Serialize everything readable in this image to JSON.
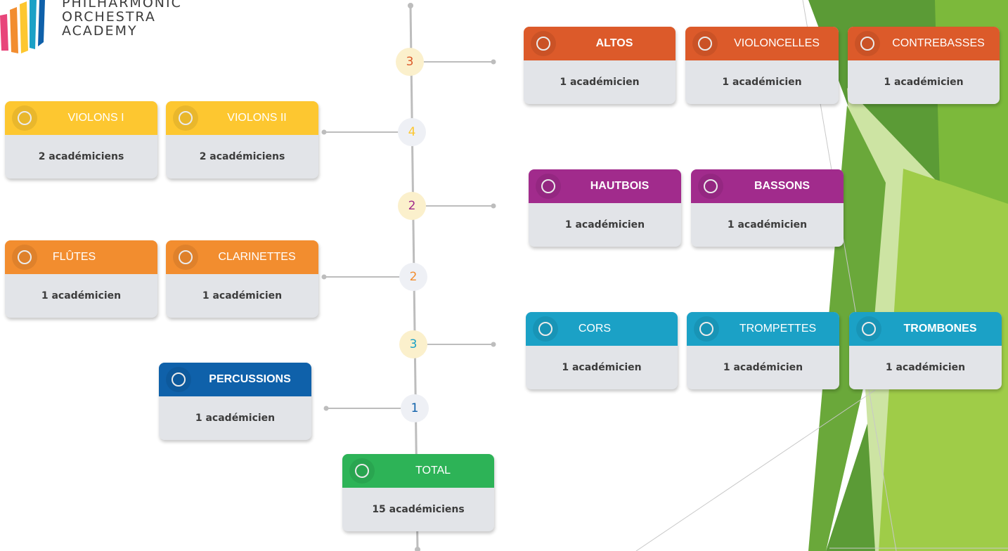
{
  "logo": {
    "lines": [
      "PHILHARMONIC",
      "ORCHESTRA",
      "ACADEMY"
    ]
  },
  "colors": {
    "strings_right": "#dc5a2a",
    "strings_left": "#fdc730",
    "double_reeds": "#a12b8c",
    "winds": "#f28d2f",
    "brass": "#1ba1c6",
    "percussion": "#0f61aa",
    "total": "#2db357",
    "node_hi": "#fbf0cc",
    "node_lo": "#eef0f5",
    "line": "#bdbdbd",
    "green_dark": "#5b9b36",
    "green_mid": "#7cb93b",
    "green_light": "#9fcc48",
    "green_pale": "#cde4a3"
  },
  "nodes": [
    "3",
    "4",
    "2",
    "2",
    "3",
    "1"
  ],
  "groups": {
    "strings_right": {
      "altos": {
        "label": "ALTOS",
        "count": "1 académicien"
      },
      "violoncelles": {
        "label": "VIOLONCELLES",
        "count": "1 académicien"
      },
      "contrebasses": {
        "label": "CONTREBASSES",
        "count": "1 académicien"
      }
    },
    "strings_left": {
      "violons1": {
        "label": "VIOLONS I",
        "count": "2 académiciens"
      },
      "violons2": {
        "label": "VIOLONS II",
        "count": "2 académiciens"
      }
    },
    "double_reeds": {
      "hautbois": {
        "label": "HAUTBOIS",
        "count": "1 académicien"
      },
      "bassons": {
        "label": "BASSONS",
        "count": "1 académicien"
      }
    },
    "winds": {
      "flutes": {
        "label": "FLÛTES",
        "count": "1 académicien"
      },
      "clarinettes": {
        "label": "CLARINETTES",
        "count": "1 académicien"
      }
    },
    "brass": {
      "cors": {
        "label": "CORS",
        "count": "1 académicien"
      },
      "trompettes": {
        "label": "TROMPETTES",
        "count": "1 académicien"
      },
      "trombones": {
        "label": "TROMBONES",
        "count": "1 académicien"
      }
    },
    "percussion": {
      "percussions": {
        "label": "PERCUSSIONS",
        "count": "1 académicien"
      }
    }
  },
  "total": {
    "label": "TOTAL",
    "count": "15 académiciens"
  }
}
